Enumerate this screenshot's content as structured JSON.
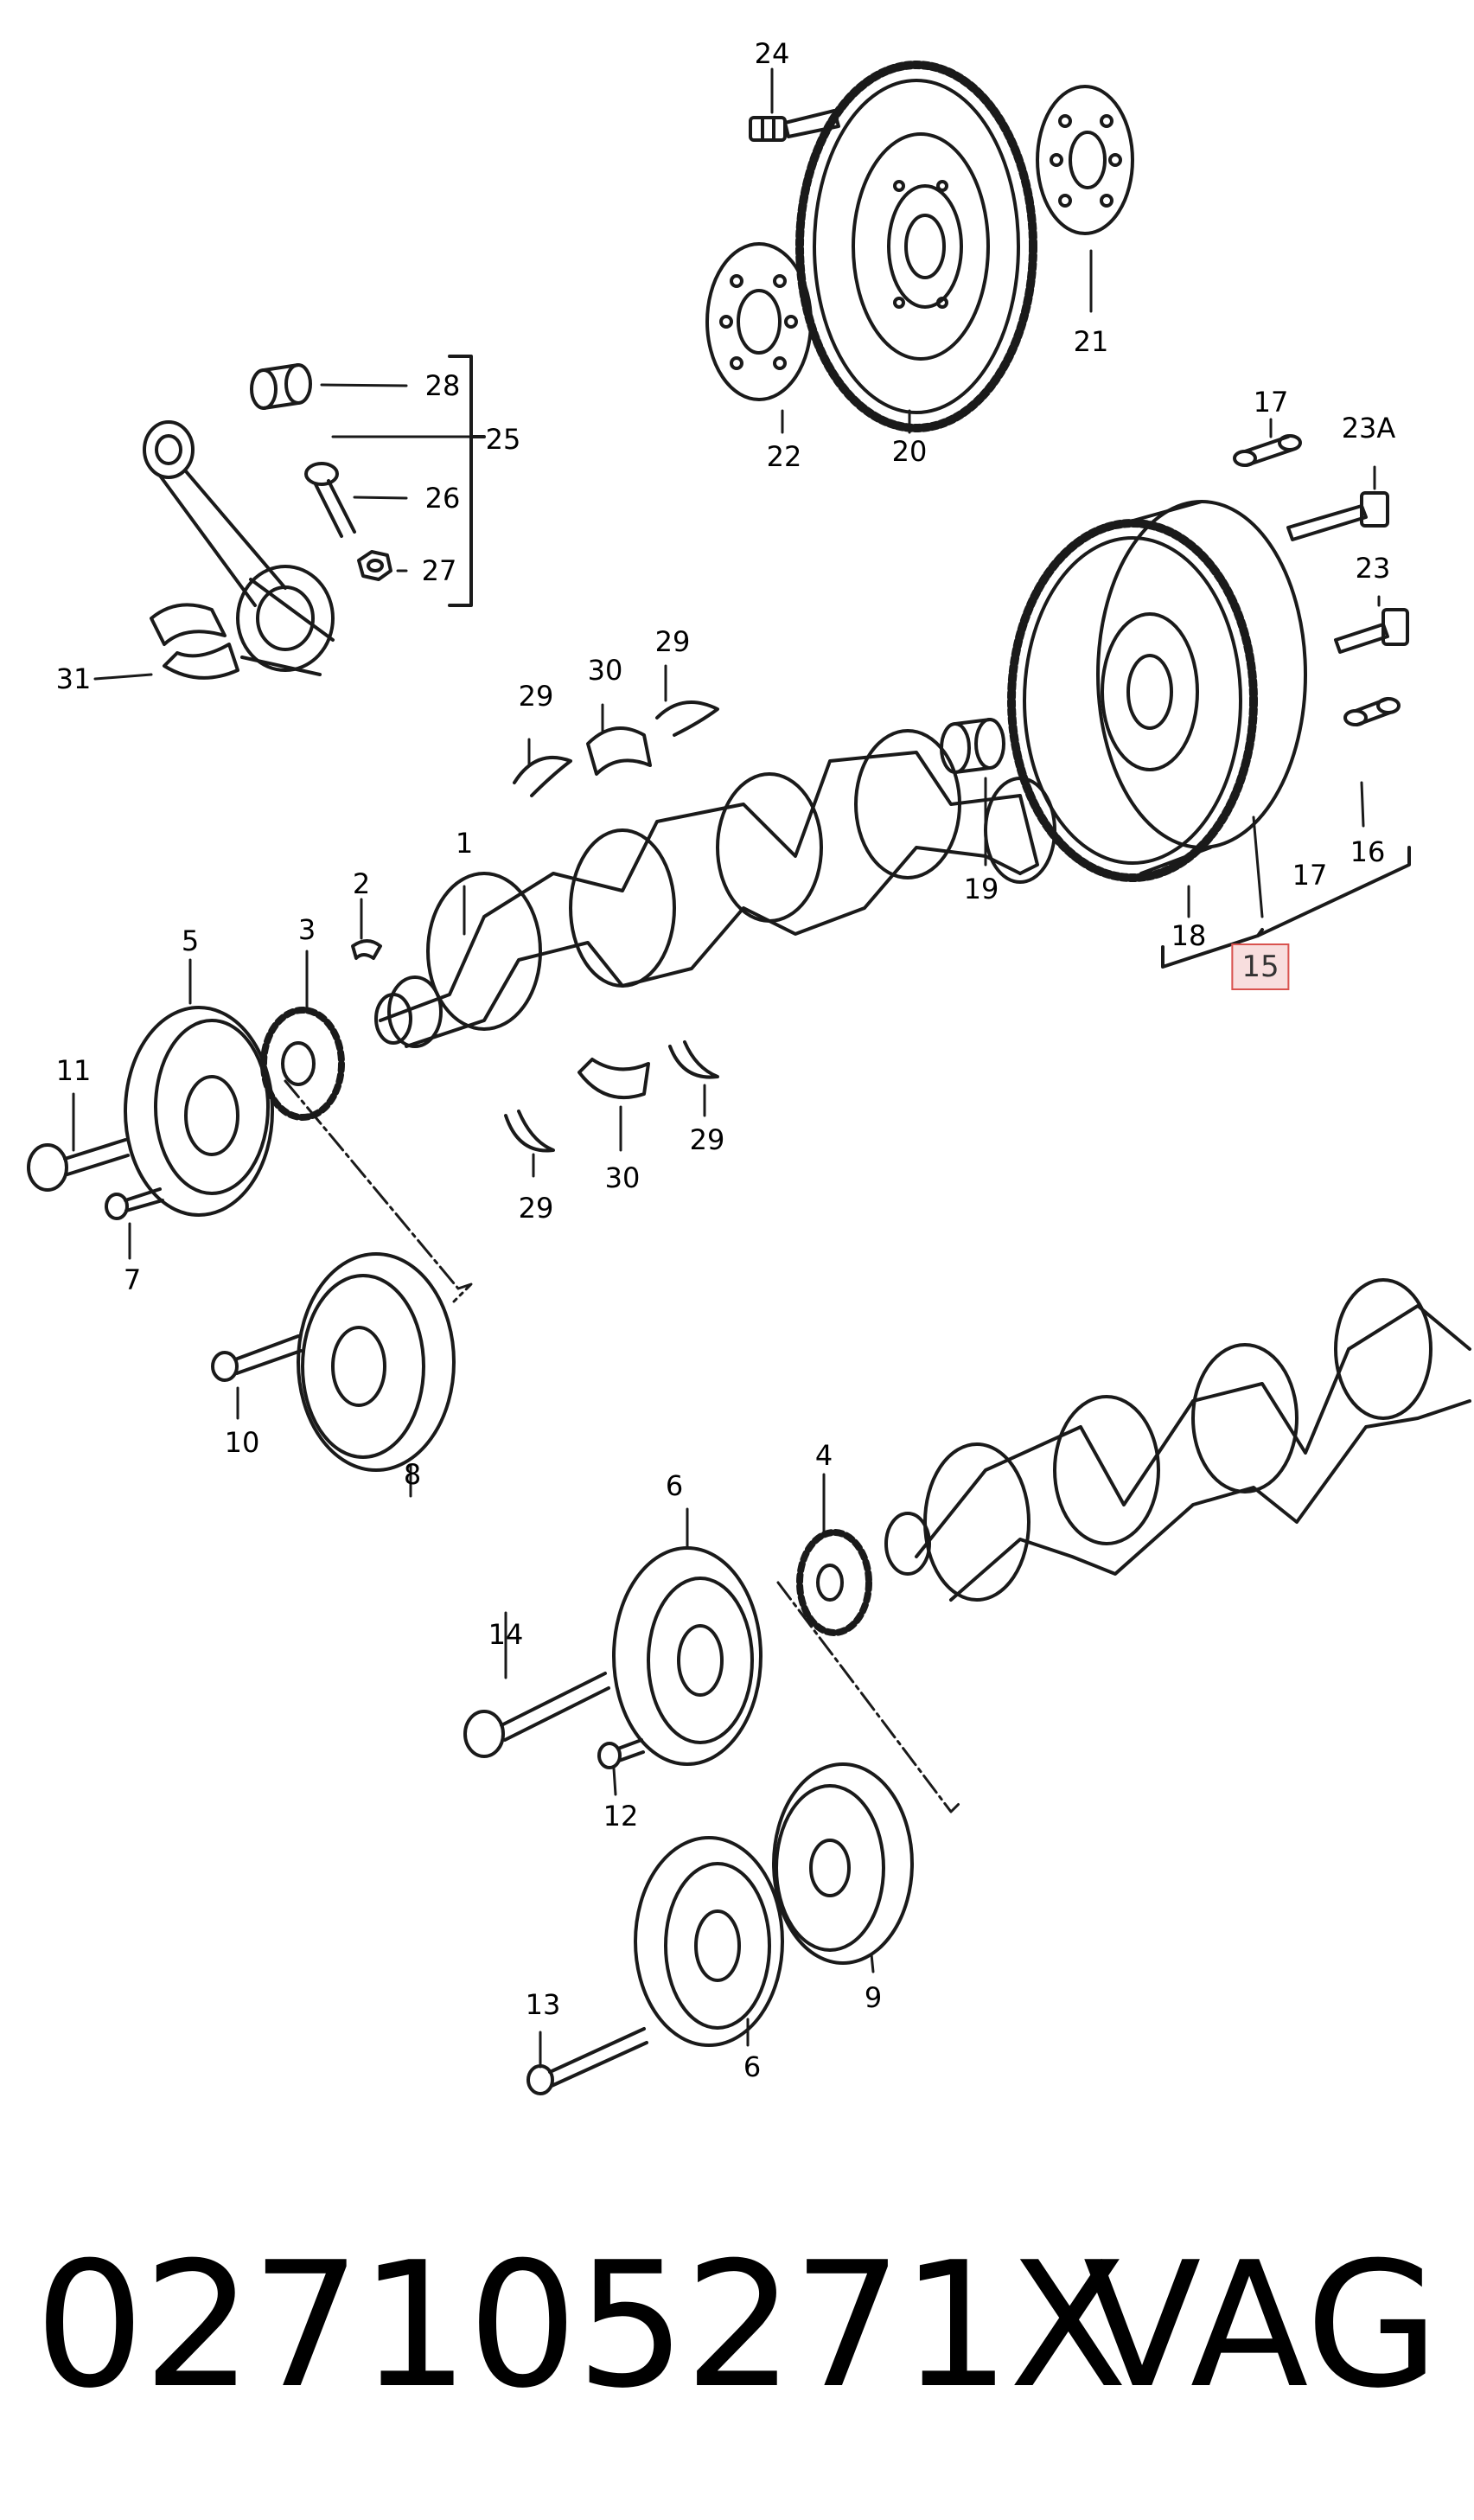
{
  "diagram": {
    "part_labels": {
      "p1": "1",
      "p2": "2",
      "p3": "3",
      "p4": "4",
      "p5": "5",
      "p6a": "6",
      "p6b": "6",
      "p7": "7",
      "p8": "8",
      "p9": "9",
      "p10": "10",
      "p11": "11",
      "p12": "12",
      "p13": "13",
      "p14": "14",
      "p15": "15",
      "p16": "16",
      "p17a": "17",
      "p17b": "17",
      "p18": "18",
      "p19": "19",
      "p20": "20",
      "p21": "21",
      "p22": "22",
      "p23": "23",
      "p23a": "23A",
      "p24": "24",
      "p25": "25",
      "p26": "26",
      "p27": "27",
      "p28": "28",
      "p29a": "29",
      "p29b": "29",
      "p29c": "29",
      "p29d": "29",
      "p30a": "30",
      "p30b": "30",
      "p31": "31"
    },
    "highlighted_part": "15"
  },
  "footer": {
    "part_number": "027105271X",
    "brand": "VAG"
  },
  "colors": {
    "line": "#1a1a1a",
    "highlight_border": "#d9534f",
    "highlight_fill": "#f8dede"
  }
}
